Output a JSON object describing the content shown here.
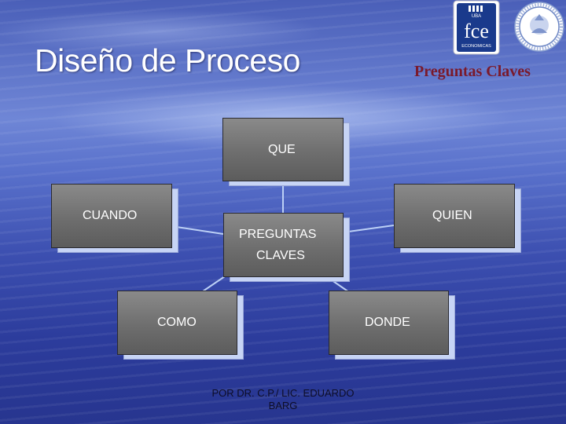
{
  "slide": {
    "title": "Diseño de Proceso",
    "subtitle": "Preguntas Claves",
    "logo_fce_text": "fce",
    "logo_fce_top": "UBA",
    "logo_fce_bottom": "ECONOMICAS",
    "footer": "POR DR. C.P./ LIC. EDUARDO BARG"
  },
  "diagram": {
    "center": "PREGUNTAS CLAVES",
    "center_line1": "PREGUNTAS",
    "center_line2": "CLAVES",
    "nodes": {
      "que": "QUE",
      "cuando": "CUANDO",
      "quien": "QUIEN",
      "como": "COMO",
      "donde": "DONDE"
    }
  },
  "colors": {
    "background": "#4a5fb8",
    "box_fill": "#777777",
    "box_shadow": "#c7d4f5",
    "subtitle": "#7a1a2c",
    "connector": "#bcd0f5"
  }
}
